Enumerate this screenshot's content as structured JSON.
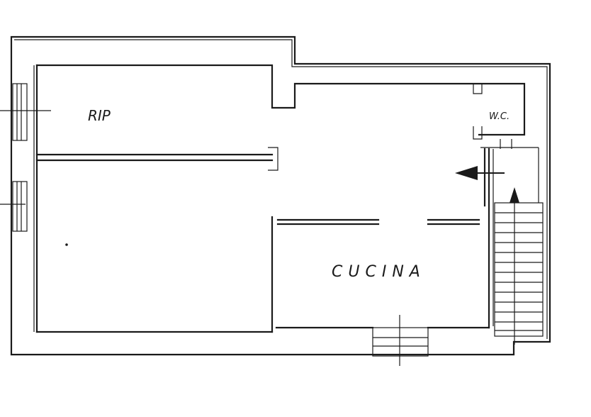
{
  "rooms": {
    "rip_label": "RIP",
    "wc_label": "W.C.",
    "kitchen_label": "CUCINA"
  },
  "footer": {
    "caption_text": ""
  },
  "colors": {
    "ink": "#1a1a1a",
    "paper": "#ffffff"
  },
  "icons": {
    "entry": "arrow-left-icon",
    "stairs": "arrow-up-icon"
  }
}
